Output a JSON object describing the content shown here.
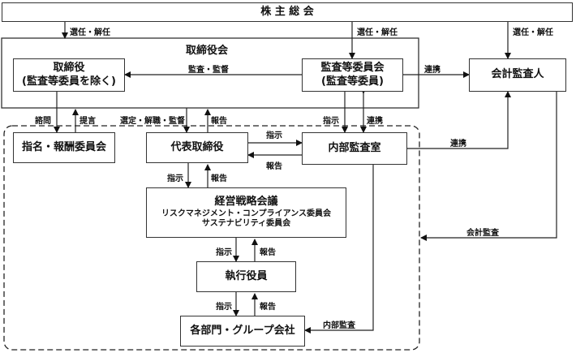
{
  "nodes": {
    "shareholders": "株 主 総 会",
    "board": "取締役会",
    "directors_line1": "取締役",
    "directors_line2": "(監査等委員を除く)",
    "audit_committee_line1": "監査等委員会",
    "audit_committee_line2": "(監査等委員)",
    "accounting_auditor": "会計監査人",
    "nomination_committee": "指名・報酬委員会",
    "representative_director": "代表取締役",
    "internal_audit": "内部監査室",
    "strategy_line1": "経営戦略会議",
    "strategy_line2": "リスクマネジメント・コンプライアンス委員会",
    "strategy_line3": "サステナビリティ委員会",
    "executive_officers": "執行役員",
    "departments": "各部門・グループ会社"
  },
  "labels": {
    "elect_1": "選任・解任",
    "elect_2": "選任・解任",
    "elect_3": "選任・解任",
    "audit_supervise": "監査・監督",
    "cooperation_1": "連携",
    "cooperation_2": "連携",
    "cooperation_3": "連携",
    "consult": "諮問",
    "propose": "提言",
    "appoint": "選定・解職・監督",
    "report_1": "報告",
    "instruct_1": "指示",
    "instruct_2": "指示",
    "report_2": "報告",
    "instruct_3": "指示",
    "report_3": "報告",
    "instruct_4": "指示",
    "report_4": "報告",
    "instruct_5": "指示",
    "report_5": "報告",
    "accounting_audit": "会計監査",
    "internal_audit_label": "内部監査"
  }
}
